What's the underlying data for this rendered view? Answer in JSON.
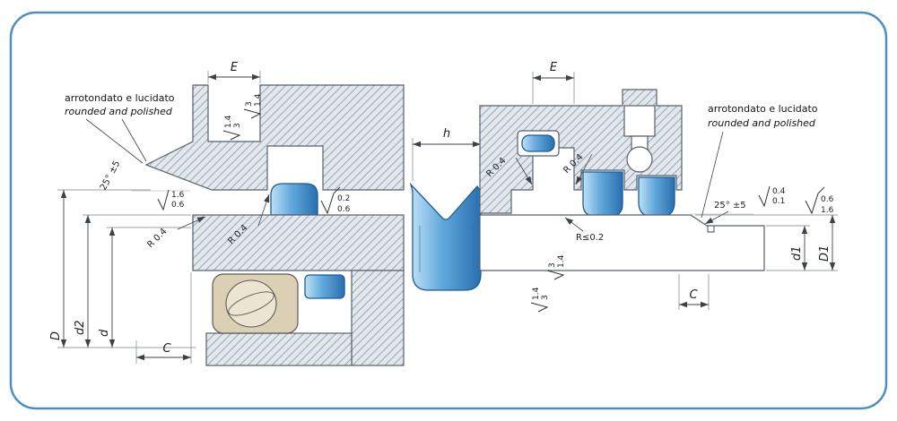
{
  "notes": {
    "left_line1": "arrotondato  e lucidato",
    "left_line2": "rounded and polished",
    "right_line1": "arrotondato e lucidato",
    "right_line2": "rounded and polished"
  },
  "dims": {
    "e_left": "E",
    "e_right": "E",
    "h": "h",
    "c_left": "C",
    "c_right": "C",
    "D": "D",
    "d2": "d2",
    "d": "d",
    "d1": "d1",
    "D1": "D1"
  },
  "angles": {
    "left": "25° ±5",
    "right": "25° ±5"
  },
  "radii": {
    "left_a": "R 0.4",
    "left_b": "R 0.4",
    "right_a": "R 0.4",
    "right_b": "R 0.4",
    "max_radius": "R≤0.2"
  },
  "roughness": {
    "left_chamfer_top": "1.6",
    "left_chamfer_bot": "0.6",
    "left_bore_top": "0.2",
    "left_bore_bot": "0.6",
    "left_slot_a_1": "1.4",
    "left_slot_a_2": "3",
    "left_slot_b_1": "3",
    "left_slot_b_2": "1.4",
    "right_slot_a_1": "3",
    "right_slot_a_2": "1.4",
    "right_slot_b_1": "1.4",
    "right_slot_b_2": "3",
    "right_chamfer_top": "0.4",
    "right_chamfer_bot": "0.1",
    "right_face_top": "0.6",
    "right_face_bot": "1.6"
  }
}
